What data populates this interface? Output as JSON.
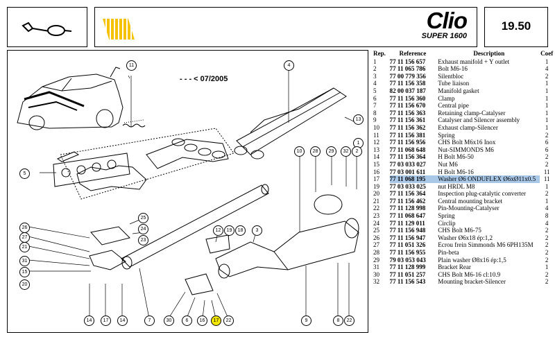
{
  "page_number": "19.50",
  "banner": {
    "model": "Clio",
    "version": "SUPER 1600"
  },
  "header_icon": "exhaust-icon",
  "colors": {
    "accent": "#f6c200",
    "selection": "#a9c8e8",
    "highlight_bubble": "#f2e600"
  },
  "diagram": {
    "date_note": "- - - < 07/2005",
    "callouts": [
      "11",
      "4",
      "13",
      "1",
      "5",
      "10",
      "28",
      "29",
      "32",
      "2",
      "15",
      "14",
      "26",
      "27",
      "21",
      "25",
      "24",
      "23",
      "31",
      "20",
      "12",
      "19",
      "18",
      "3",
      "9",
      "30",
      "6",
      "17",
      "16",
      "22",
      "7",
      "8"
    ],
    "highlighted_callout": "17"
  },
  "parts_table": {
    "columns": {
      "rep": "Rep.",
      "reference": "Reference",
      "description": "Description",
      "coef": "Coef"
    },
    "selected_rep": "17",
    "rows": [
      {
        "rep": "1",
        "ref": "77 11 156 657",
        "desc": "Exhaust manifold + Y outlet",
        "coef": "1"
      },
      {
        "rep": "2",
        "ref": "77 11 065 786",
        "desc": "Bolt M6-16",
        "coef": "4"
      },
      {
        "rep": "3",
        "ref": "77 00 779 356",
        "desc": "Silentbloc",
        "coef": "2"
      },
      {
        "rep": "4",
        "ref": "77 11 156 358",
        "desc": "Tube liaison",
        "coef": "1"
      },
      {
        "rep": "5",
        "ref": "82 00 037 187",
        "desc": "Manifold gasket",
        "coef": "1"
      },
      {
        "rep": "6",
        "ref": "77 11 156 360",
        "desc": "Clamp",
        "coef": "1"
      },
      {
        "rep": "7",
        "ref": "77 11 156 670",
        "desc": "Central pipe",
        "coef": "1"
      },
      {
        "rep": "8",
        "ref": "77 11 156 363",
        "desc": "Retaining clamp-Catalyser",
        "coef": "1"
      },
      {
        "rep": "9",
        "ref": "77 11 156 361",
        "desc": "Catalyser and Silencer assembly",
        "coef": "1"
      },
      {
        "rep": "10",
        "ref": "77 11 156 362",
        "desc": "Exhaust clamp-Silencer",
        "coef": "1"
      },
      {
        "rep": "11",
        "ref": "77 11 156 381",
        "desc": "Spring",
        "coef": "2"
      },
      {
        "rep": "12",
        "ref": "77 11 156 956",
        "desc": "CHS Bolt M6x16 Inox",
        "coef": "6"
      },
      {
        "rep": "13",
        "ref": "77 11 068 648",
        "desc": "Nut-SIMMONDS M6",
        "coef": "6"
      },
      {
        "rep": "14",
        "ref": "77 11 156 364",
        "desc": "H Bolt M6-50",
        "coef": "2"
      },
      {
        "rep": "15",
        "ref": "77 03 033 027",
        "desc": "Nut M6",
        "coef": "2"
      },
      {
        "rep": "16",
        "ref": "77 03 001 611",
        "desc": "H Bolt M6-16",
        "coef": "11"
      },
      {
        "rep": "17",
        "ref": "77 11 068 195",
        "desc": "Washer Ø6 ONDUFLEX Ø6xØ11x0.5",
        "coef": "11"
      },
      {
        "rep": "19",
        "ref": "77 03 033 025",
        "desc": "nut HRDL M8",
        "coef": "1"
      },
      {
        "rep": "20",
        "ref": "77 11 156 364",
        "desc": "Inspection plug-catalytic converter",
        "coef": "2"
      },
      {
        "rep": "21",
        "ref": "77 11 156 462",
        "desc": "Central mounting bracket",
        "coef": "1"
      },
      {
        "rep": "22",
        "ref": "77 11 128 998",
        "desc": "Pin-Mounting-Catalyser",
        "coef": "4"
      },
      {
        "rep": "23",
        "ref": "77 11 068 647",
        "desc": "Spring",
        "coef": "8"
      },
      {
        "rep": "24",
        "ref": "77 11 129 011",
        "desc": "Circlip",
        "coef": "4"
      },
      {
        "rep": "25",
        "ref": "77 11 156 948",
        "desc": "CHS Bolt M6-75",
        "coef": "2"
      },
      {
        "rep": "26",
        "ref": "77 11 156 947",
        "desc": "Washer Ø6x18 ép:1,2",
        "coef": "2"
      },
      {
        "rep": "27",
        "ref": "77 11 051 326",
        "desc": "Ecrou frein Simmonds M6 6PH135M",
        "coef": "2"
      },
      {
        "rep": "28",
        "ref": "77 11 156 955",
        "desc": "Pin-beta",
        "coef": "2"
      },
      {
        "rep": "29",
        "ref": "79 03 053 043",
        "desc": "Plain washer Ø8x16 ép:1,5",
        "coef": "2"
      },
      {
        "rep": "31",
        "ref": "77 11 128 999",
        "desc": "Bracket Rear",
        "coef": "1"
      },
      {
        "rep": "30",
        "ref": "77 11 051 257",
        "desc": "CHS Bolt M6-16 cl:10.9",
        "coef": "2"
      },
      {
        "rep": "32",
        "ref": "77 11 156 543",
        "desc": "Mounting bracket-Silencer",
        "coef": "2"
      }
    ]
  }
}
